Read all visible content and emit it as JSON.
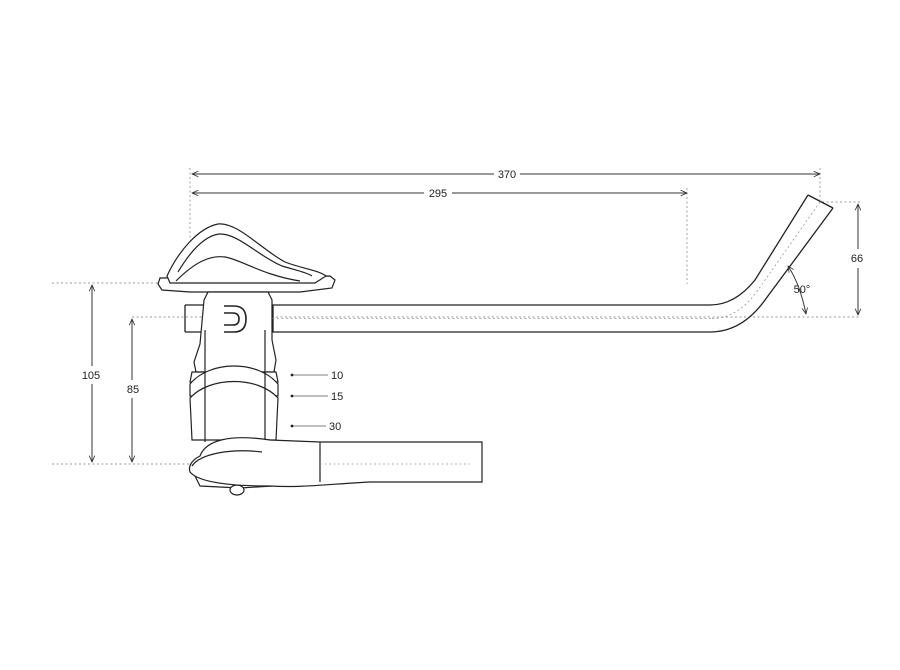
{
  "dimensions": {
    "overall_length": "370",
    "extension_length": "295",
    "riser_rise": "66",
    "bend_angle": "50°",
    "height_max": "105",
    "height_min": "85"
  },
  "spacers": [
    "10",
    "15",
    "30"
  ],
  "colors": {
    "line": "#222222",
    "dimension": "#333333",
    "guide": "#999999",
    "background": "#ffffff"
  }
}
